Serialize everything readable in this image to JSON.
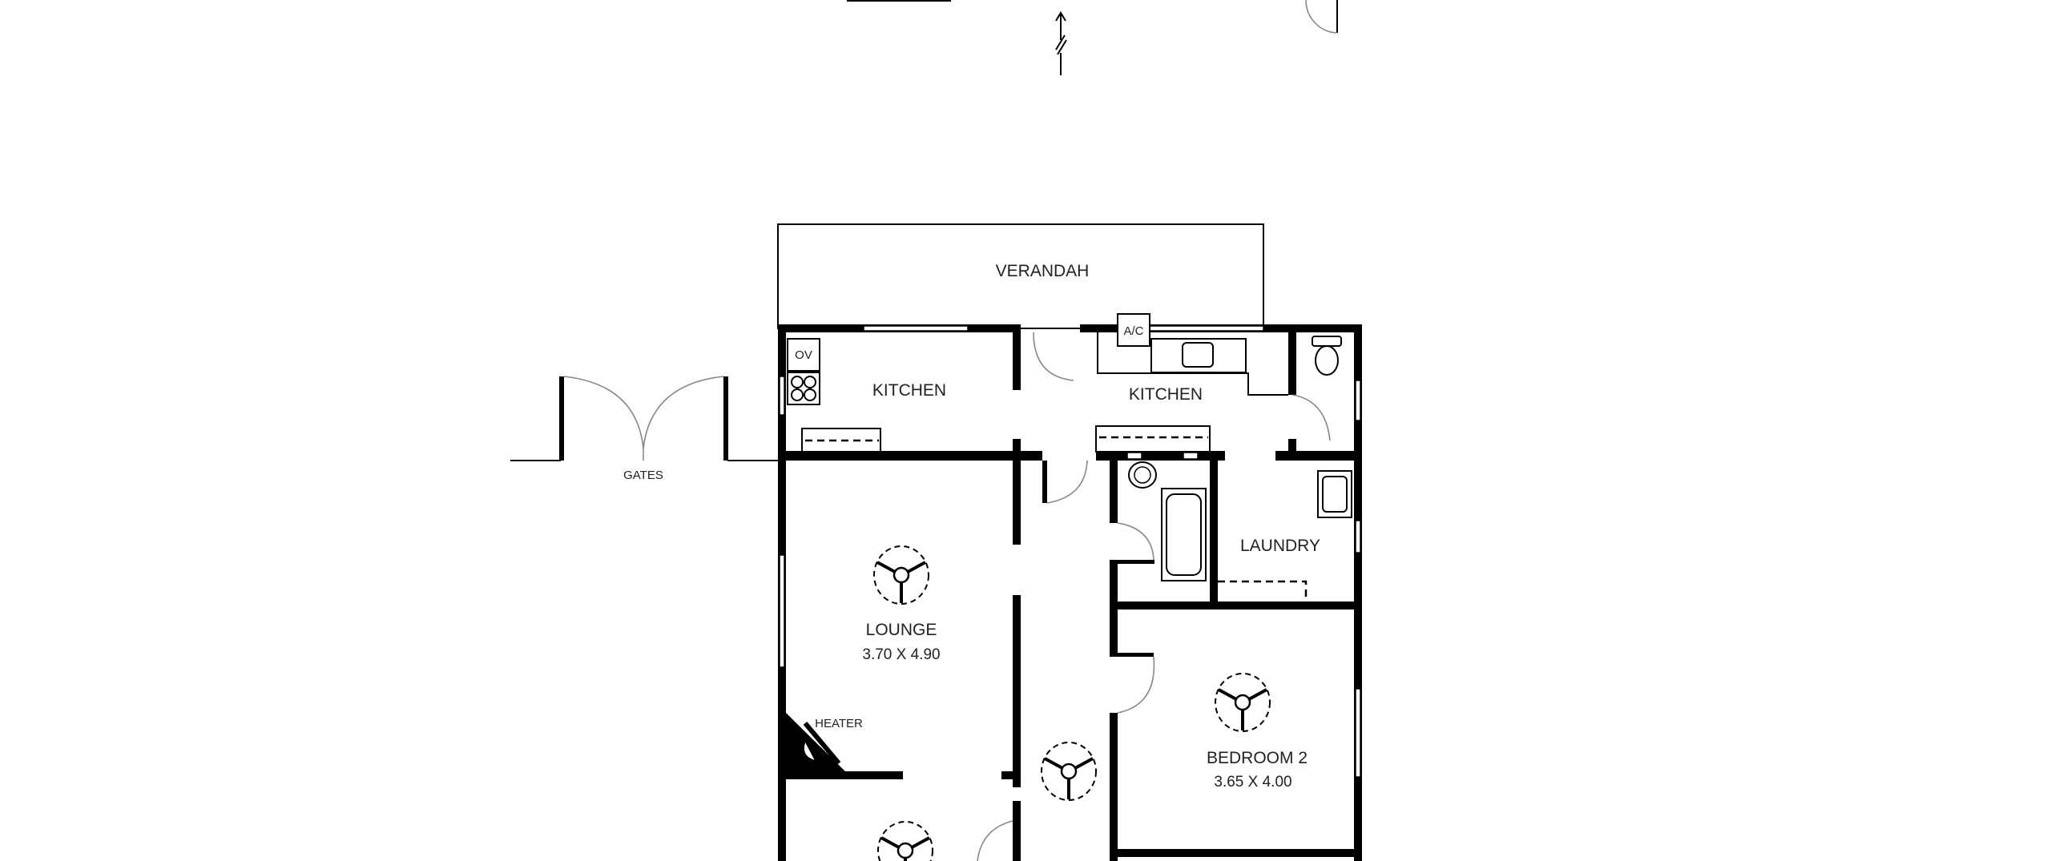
{
  "plan": {
    "rooms": {
      "verandah": "VERANDAH",
      "kitchen_left": "KITCHEN",
      "kitchen_right": "KITCHEN",
      "laundry": "LAUNDRY",
      "lounge": "LOUNGE",
      "lounge_dim": "3.70 X 4.90",
      "bedroom2": "BEDROOM 2",
      "bedroom2_dim": "3.65 X 4.00"
    },
    "labels": {
      "gates": "GATES",
      "heater": "HEATER",
      "oven": "OV",
      "ac": "A/C"
    },
    "colors": {
      "line": "#000000",
      "background": "#ffffff"
    }
  }
}
